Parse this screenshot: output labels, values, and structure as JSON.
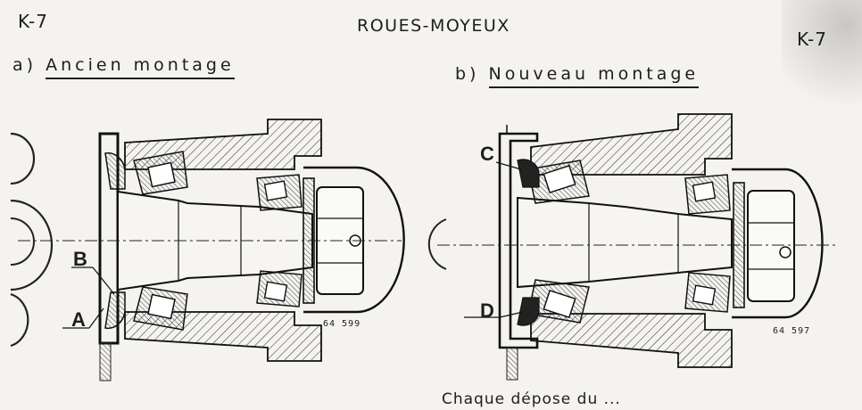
{
  "header": {
    "page_ref_left": "K-7",
    "page_ref_right": "K-7",
    "title": "ROUES-MOYEUX"
  },
  "section_a": {
    "prefix": "a)",
    "title": "Ancien montage",
    "labels": {
      "A": "A",
      "B": "B"
    },
    "figure_number": "64 599"
  },
  "section_b": {
    "prefix": "b)",
    "title": "Nouveau montage",
    "labels": {
      "C": "C",
      "D": "D"
    },
    "figure_number": "64 597"
  },
  "caption": "Chaque dépose du ..."
}
